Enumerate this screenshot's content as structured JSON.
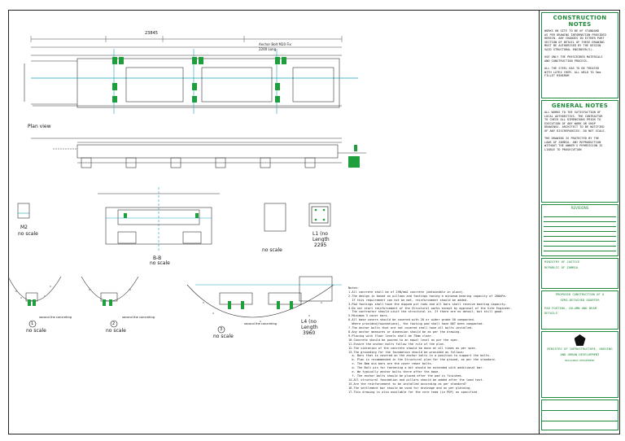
{
  "views": {
    "plan_label": "Plan view",
    "section_a_label": "B-B",
    "section_l1_label": "L1 (no",
    "section_l1_length": "Length",
    "section_l1_value": "2295",
    "section_l4_label": "L4 (no",
    "section_l4_length": "Length",
    "section_l4_value": "3960",
    "section_m2_label": "M2",
    "no_scale": "no scale",
    "detail_1": "1",
    "detail_2": "2",
    "detail_3": "3",
    "second_concrete": "second the concreting"
  },
  "dimensions": {
    "overall": "23845",
    "top_right_note": "Anchor Bolt M20 Fix",
    "short_note": "2200 Long"
  },
  "construction_notes": {
    "title": "CONSTRUCTION NOTES",
    "body": "WORKS ON SITE TO BE OF STANDARD\nAS PER DRAWING INFORMATION PROVIDED\nHEREIN. ANY CHANGES IN EITHER PART\nSECTION OF DETAIL OF THESE DRAWING\nMUST BE AUTHORISED BY THE DESIGN\nSAID STRUCTURAL ENGINEER(S).\n\nUSE ONLY THE PRESCRIBED MATERIALS\nAND CONSTRUCTION PROCESS.\n\nALL THE STEEL HAS TO BE TREATED\nWITH LATEX CHEM. ALL WELD TO 5mm\nFILLET MINIMUM"
  },
  "general_notes": {
    "title": "GENERAL NOTES",
    "body": "ALL WORKS TO THE SATISFACTION OF\nLOCAL AUTHORITIES. THE CONTRACTOR\nTO CHECK ALL DIMENSIONS PRIOR TO\nEXECUTION OF ANY WORK OR SHOP\nDRAWINGS. ARCHITECT TO BE NOTIFIED\nOF ANY DISCREPANCIES. DO NOT SCALE.\n\nTHE DRAWING IS PROTECTED BY THE\nLAWS OF ZAMBIA. ANY REPRODUCTION\nWITHOUT THE OWNER'S PERMISSION IS\nLIABLE TO PROSECUTION"
  },
  "revisions": {
    "title": "REVISIONS"
  },
  "client": {
    "line1": "MINISTRY OF JUSTICE",
    "line2": "REPUBLIC OF ZAMBIA"
  },
  "project": {
    "line1": "PROPOSED CONSTRUCTION OF A",
    "line2": "SEMI-DETACHED QUARTER",
    "drawing1": "PAD FOOTING, COLUMN AND BEAM",
    "drawing2": "DETAILS"
  },
  "ministry": {
    "line1": "MINISTRY OF INFRASTRUCTURE, HOUSING",
    "line2": "AND URBAN DEVELOPMENT",
    "sub": "BUILDINGS DEPARTMENT"
  },
  "notes_block": {
    "text": "Notes:\n1.All concrete shall be of 25N/mm2 concrete (obtainable in place).\n2.The design is based on pillows and footings having a minimum bearing capacity of 200kPa.\n  If this requirement can not be met, reinforcement should be added.\n3.Pad footings shall have the dipped pit rods and all bars shall receive bearing capacity.\n4.Do not start reinforcement of the Structural works except by approval of the Site Engineer.\n  The contractor should visit the structural is. If there are no detail, but still good.\n5.Minimum 3 cover bars.\n6.All base covers should be covered with 20 or wider grade 50 compacted.\n  Where provided(foundations), the footing pad shall have NOT been compacted.\n7.The Anchor bolts that are not covered shall have all bolts installed.\n8.Any anchor measures or dimension should be as per the drawing.\n9.Placing with floor levels shall be 75mm clear.\n10.Concrete should be poured to an equal level as per the spec.\n11.Ensure the anchor bolts follow the rule of the plan.\n12.The vibration of the concrete should be done at all times as per spec.\n13.The grounding for the foundation should be provided as follows:\n  a. Bars that is covered on the anchor bolts in a position to support the bolts.\n  b. Plan is recommended in the Structural plan for the ground, as per the standard.\n  c. The 8mm dia bars are the cover rebar bolts.\n  d. The Bolt pin for fastening a bit should be extended with additional bar.\n  e. We typically anchor bolts there after the base.\n  f. The anchor bolts should be placed after the pad is finished.\n14.All structural foundation and pillars should be added after the load test.\n15.Are the reinforcement to be installed according as per standard?\n16.The settlement bar should be used for drainage and as per planning.\n17.This drawing is also available for the core team (in PDF) as specified."
  }
}
